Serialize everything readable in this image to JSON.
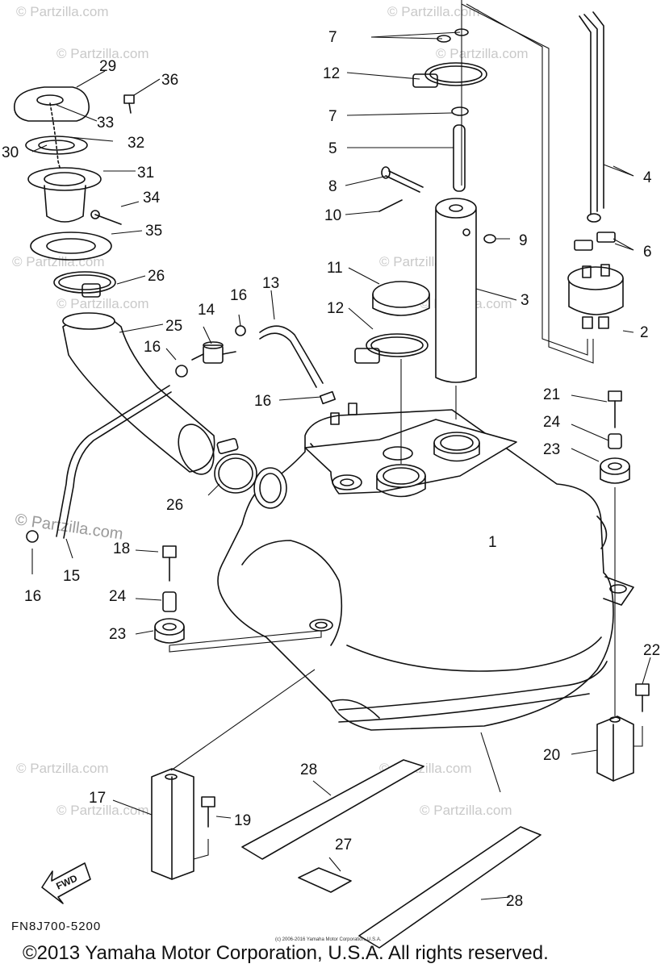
{
  "diagram": {
    "code": "FN8J700-5200",
    "fwd_label": "FWD",
    "copyright": "©2013 Yamaha Motor Corporation, U.S.A. All rights reserved.",
    "fine_print": "(c) 2006-2016 Yamaha Motor Corporation, U.S.A.",
    "watermark": "© Partzilla.com",
    "watermark_large": "© Partzilla.com",
    "callouts": [
      "1",
      "2",
      "3",
      "4",
      "5",
      "6",
      "7",
      "7",
      "8",
      "9",
      "10",
      "11",
      "12",
      "12",
      "13",
      "14",
      "15",
      "16",
      "16",
      "16",
      "16",
      "17",
      "18",
      "19",
      "20",
      "21",
      "22",
      "23",
      "23",
      "24",
      "24",
      "25",
      "26",
      "26",
      "27",
      "28",
      "28",
      "29",
      "30",
      "31",
      "32",
      "33",
      "34",
      "35",
      "36"
    ]
  }
}
